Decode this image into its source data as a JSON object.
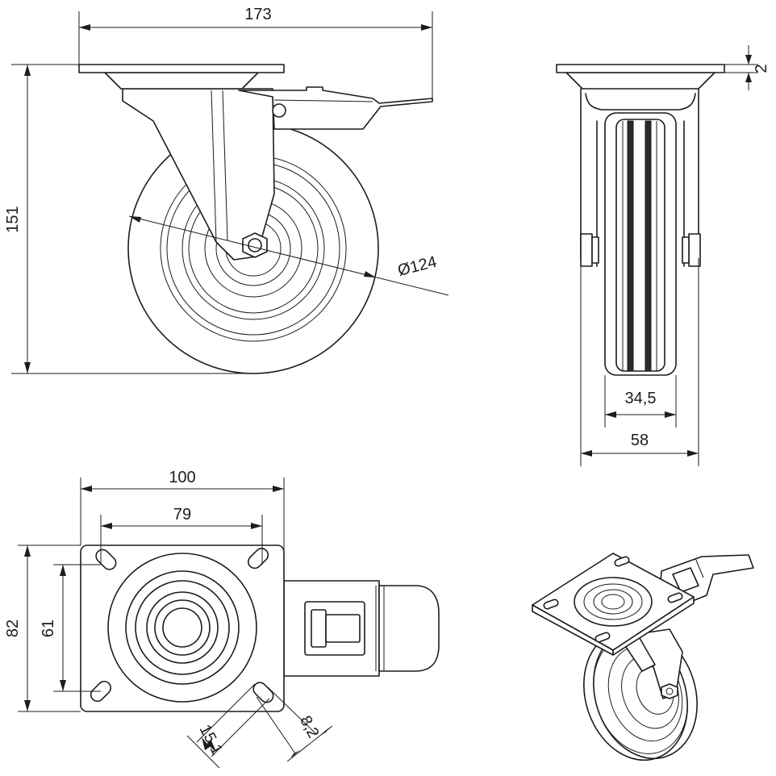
{
  "dimensions": {
    "overall_width": "173",
    "overall_height": "151",
    "wheel_diameter": "Ø124",
    "plate_thickness": "2",
    "tread_width": "34,5",
    "fork_width": "58",
    "plate_length": "100",
    "hole_spacing_length": "79",
    "plate_width": "82",
    "hole_spacing_width": "61",
    "slot_length": "15,1",
    "slot_width": "8,2"
  }
}
